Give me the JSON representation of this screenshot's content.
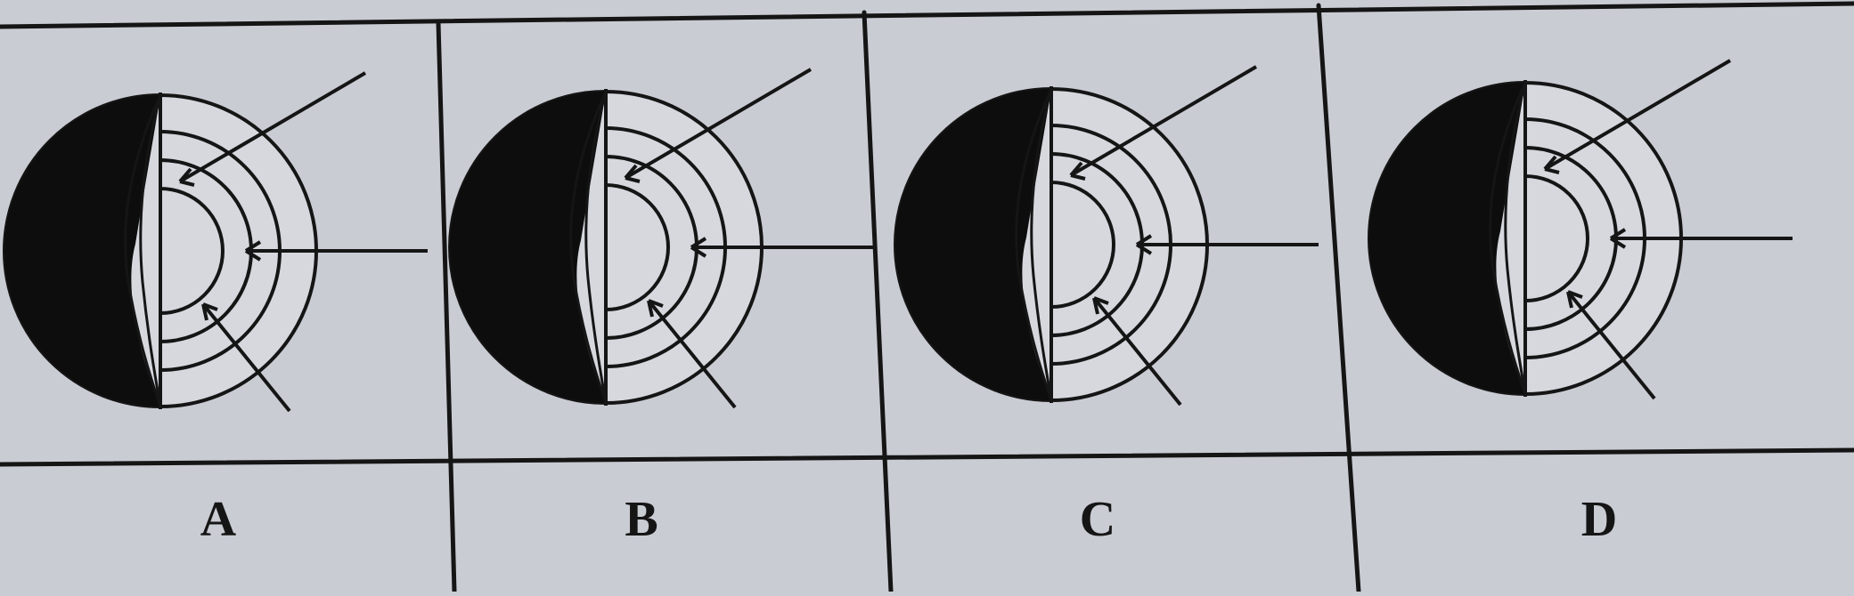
{
  "options": [
    {
      "label": "A"
    },
    {
      "label": "B"
    },
    {
      "label": "C"
    },
    {
      "label": "D"
    }
  ],
  "colors": {
    "paper": "#c9ccd3",
    "ink": "#151515",
    "dark_side": "#0d0d0d"
  }
}
